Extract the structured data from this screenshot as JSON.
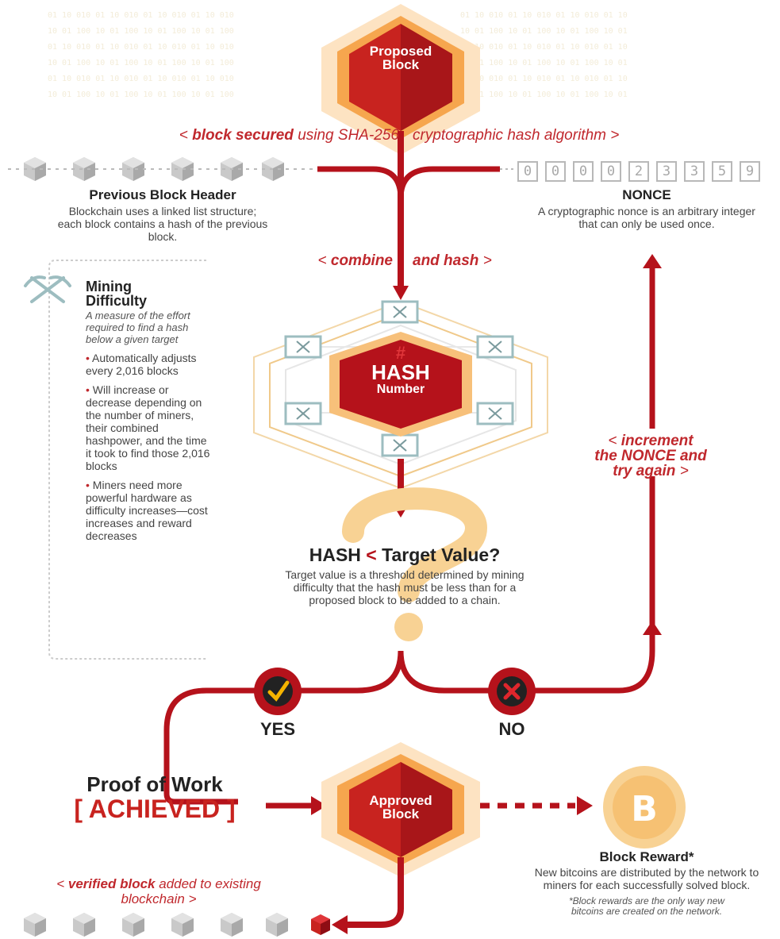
{
  "colors": {
    "red": "#b5121b",
    "dark_red": "#8e0d14",
    "orange": "#f4a24a",
    "gold": "#f7c97a",
    "grey": "#b8b8b8"
  },
  "proposed_block": {
    "line1": "Proposed",
    "line2": "Block"
  },
  "sha_caption": {
    "strong": "block secured",
    "rest_left": "using SHA-256",
    "rest_right": "cryptographic hash algorithm",
    "open": "<",
    "close": ">"
  },
  "previous_block": {
    "title": "Previous Block Header",
    "description": "Blockchain uses a linked list structure; each block contains a hash of the previous block."
  },
  "nonce": {
    "digits": [
      "0",
      "0",
      "0",
      "0",
      "2",
      "3",
      "3",
      "5",
      "9"
    ],
    "title": "NONCE",
    "description": "A cryptographic nonce is an arbitrary integer that can only be used once."
  },
  "combine_caption": {
    "left": "combine",
    "right": "and hash",
    "open": "<",
    "close": ">"
  },
  "mining_difficulty": {
    "icon": "pickaxe-icon",
    "title_line1": "Mining",
    "title_line2": "Difficulty",
    "definition": "A measure of the effort required to find a hash below a given target",
    "bullets": [
      "Automatically adjusts every 2,016 blocks",
      "Will increase or decrease depending on the number of miners, their combined hashpower, and the time it took to find those 2,016 blocks",
      "Miners need more powerful hardware as difficulty increases—cost increases and reward decreases"
    ]
  },
  "hash_number": {
    "symbol": "#",
    "line1": "HASH",
    "line2": "Number"
  },
  "question": {
    "left": "HASH",
    "symbol": "<",
    "right": "Target Value?",
    "description": "Target value is a threshold determined by mining difficulty that the hash must be less than for a proposed block to be added to a chain."
  },
  "increment_caption": {
    "line1": "increment",
    "line2": "the NONCE and",
    "line3": "try again",
    "open": "<",
    "close": ">"
  },
  "yes": {
    "label": "YES",
    "icon": "check-icon"
  },
  "no": {
    "label": "NO",
    "icon": "x-icon"
  },
  "proof_of_work": {
    "line1": "Proof of Work",
    "line2": "[ ACHIEVED ]"
  },
  "approved_block": {
    "line1": "Approved",
    "line2": "Block"
  },
  "block_reward": {
    "icon": "bitcoin-icon",
    "title": "Block Reward*",
    "description": "New bitcoins are distributed by the network to miners for each successfully solved block.",
    "footnote": "*Block rewards are the only way new bitcoins are created on the network."
  },
  "verified_caption": {
    "strong": "verified block",
    "rest": "added to existing blockchain",
    "open": "<",
    "close": ">"
  }
}
